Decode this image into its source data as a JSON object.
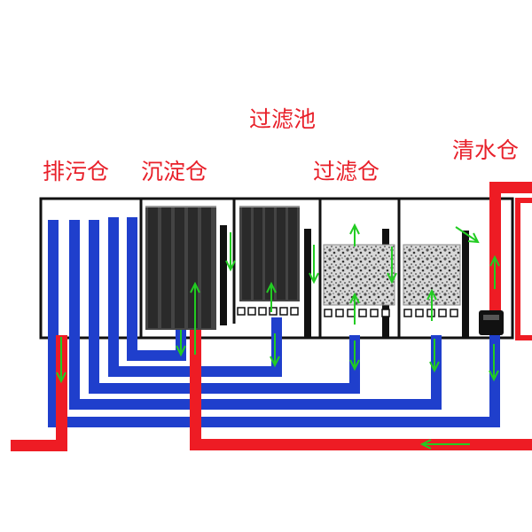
{
  "title": "过滤池",
  "chambers": {
    "drain": "排污仓",
    "sediment": "沉淀仓",
    "filter": "过滤仓",
    "clear": "清水仓"
  },
  "colors": {
    "label": "#e8202a",
    "pipe_blue": "#1f3fcc",
    "pipe_red": "#ee1c24",
    "arrow": "#22cc22",
    "tank_outline": "#111111"
  }
}
